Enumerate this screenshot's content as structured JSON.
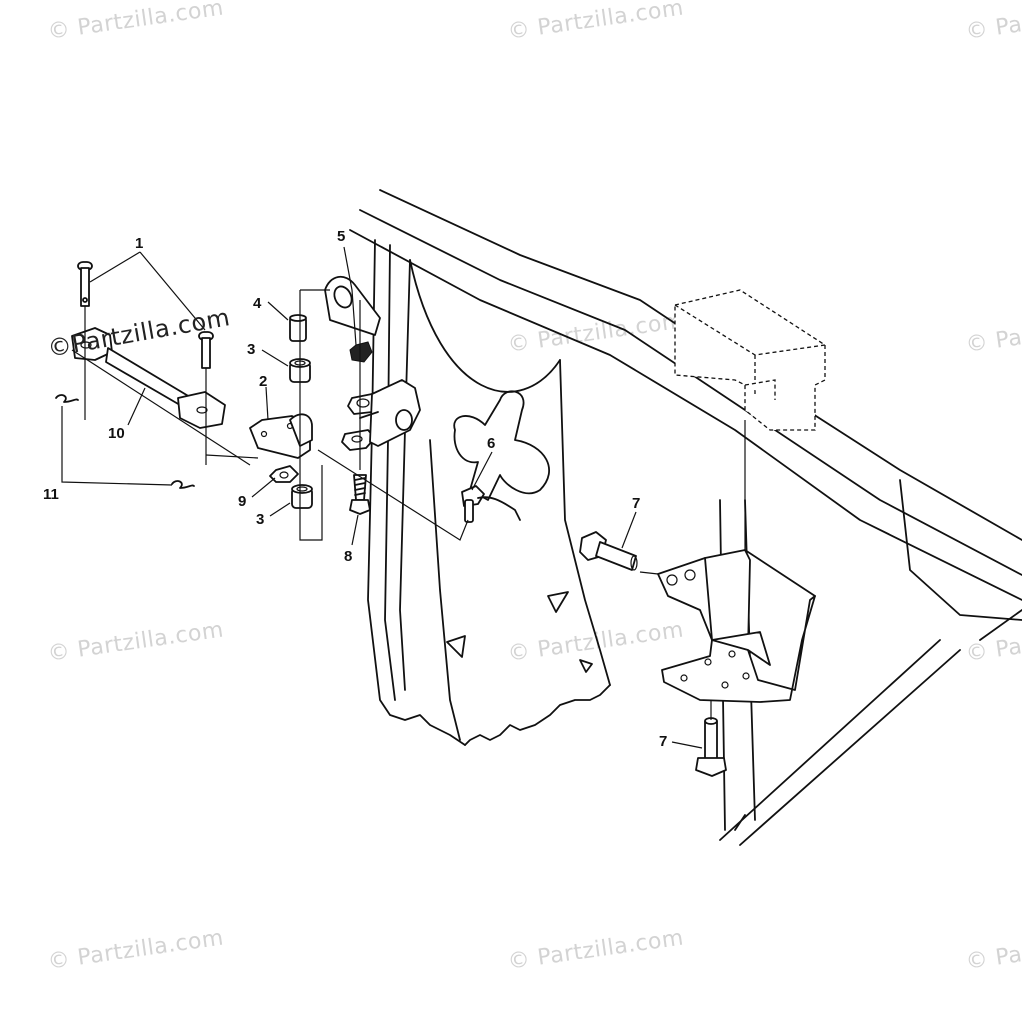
{
  "watermarks": {
    "text": "© Partzilla.com",
    "overlay_text": "©Partzilla.com"
  },
  "callouts": {
    "c1": "1",
    "c2": "2",
    "c3a": "3",
    "c3b": "3",
    "c4": "4",
    "c5": "5",
    "c6": "6",
    "c7a": "7",
    "c7b": "7",
    "c8": "8",
    "c9": "9",
    "c10": "10",
    "c11": "11"
  },
  "colors": {
    "line": "#111111",
    "watermark": "#d3d3d3",
    "background": "#ffffff"
  }
}
